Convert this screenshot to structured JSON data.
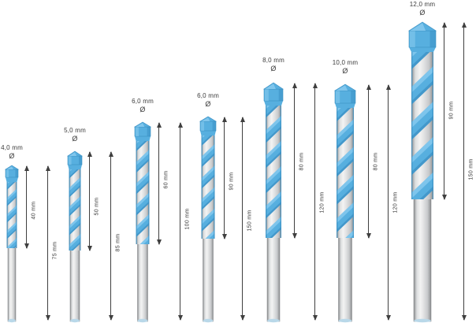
{
  "image": {
    "description": "Seven multi-construction drill bits with blue carbide tips shown in ascending size with diameter and length dimension annotations",
    "background": "#ffffff",
    "unit": "mm"
  },
  "colors": {
    "tip_blue": "#57AFDF",
    "tip_blue_dark": "#3B8FC2",
    "tip_blue_light": "#85C9EE",
    "steel_light": "#F3F3F3",
    "steel_mid": "#C7C9CB",
    "steel_dark": "#8A8C8E",
    "shank_end_blue": "#B9D8E9",
    "annotation": "#3F3F3F"
  },
  "bits": [
    {
      "diameter": "4,0 mm",
      "diameter_symbol": "Ø",
      "working_length": "40 mm",
      "total_length": "75 mm"
    },
    {
      "diameter": "5,0 mm",
      "diameter_symbol": "Ø",
      "working_length": "50 mm",
      "total_length": "85 mm"
    },
    {
      "diameter": "6,0 mm",
      "diameter_symbol": "Ø",
      "working_length": "60 mm",
      "total_length": "100 mm"
    },
    {
      "diameter": "6,0 mm",
      "diameter_symbol": "Ø",
      "working_length": "90 mm",
      "total_length": "150 mm"
    },
    {
      "diameter": "8,0 mm",
      "diameter_symbol": "Ø",
      "working_length": "80 mm",
      "total_length": "120 mm"
    },
    {
      "diameter": "10,0 mm",
      "diameter_symbol": "Ø",
      "working_length": "80 mm",
      "total_length": "120 mm"
    },
    {
      "diameter": "12,0 mm",
      "diameter_symbol": "Ø",
      "working_length": "90 mm",
      "total_length": "150 mm"
    }
  ]
}
